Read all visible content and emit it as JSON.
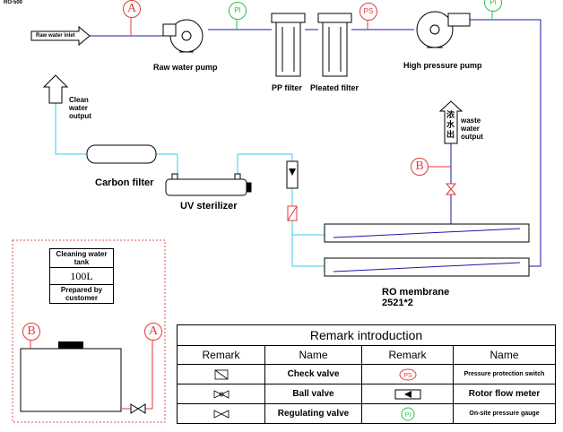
{
  "header": {
    "top_left": "RO-500"
  },
  "labels": {
    "raw_water_inlet": "Raw water inlet",
    "raw_water_pump": "Raw water pump",
    "pp_filter": "PP filter",
    "pleated_filter": "Pleated filter",
    "high_pressure_pump": "High pressure pump",
    "clean_water_output": "Clean\nwater\noutput",
    "waste_water_output": "waste\nwater\noutput",
    "waste_chinese": "浓\n水\n出",
    "carbon_filter": "Carbon filter",
    "uv_sterilizer": "UV sterilizer",
    "ro_membrane": "RO membrane\n2521*2"
  },
  "instruments": {
    "A": "A",
    "B": "B",
    "PI": "PI",
    "PS": "PS"
  },
  "tank": {
    "title": "Cleaning water tank",
    "capacity": "100L",
    "note": "Prepared by customer"
  },
  "remark_table": {
    "title": "Remark introduction",
    "headers": [
      "Remark",
      "Name",
      "Remark",
      "Name"
    ],
    "rows": [
      {
        "left_icon": "check-valve",
        "left_name": "Check valve",
        "right_icon": "PS",
        "right_name": "Pressure protection switch"
      },
      {
        "left_icon": "ball-valve",
        "left_name": "Ball valve",
        "right_icon": "rotor-flow-meter",
        "right_name": "Rotor flow meter"
      },
      {
        "left_icon": "regulating-valve",
        "left_name": "Regulating valve",
        "right_icon": "PI",
        "right_name": "On-site pressure gauge"
      }
    ]
  },
  "colors": {
    "blue_line": "#1a1aa6",
    "cyan_line": "#3ec8e8",
    "red": "#e23b3b",
    "green": "#27c24a",
    "dashed_border": "#d9534f"
  }
}
